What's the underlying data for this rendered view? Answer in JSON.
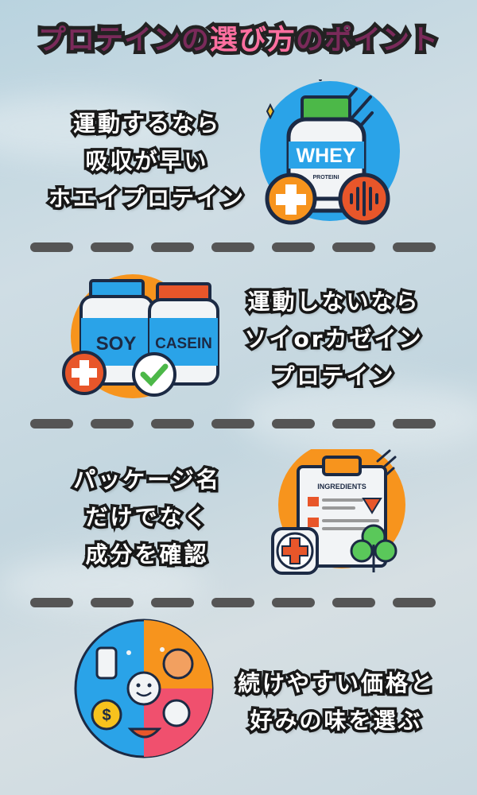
{
  "title": {
    "part1": "プロテインの",
    "highlight": "選び方",
    "part2": "のポイント"
  },
  "sections": [
    {
      "lines": [
        "運動するなら",
        "吸収が早い",
        "ホエイプロテイン"
      ],
      "illustration": {
        "icon": "whey-protein-jar-icon",
        "label": "WHEY",
        "sublabel": "PROTEINI"
      }
    },
    {
      "lines": [
        "運動しないなら",
        "ソイorカゼイン",
        "プロテイン"
      ],
      "illustration": {
        "icon": "soy-casein-jars-icon",
        "labels": [
          "SOY",
          "CASEIN"
        ]
      }
    },
    {
      "lines": [
        "パッケージ名",
        "だけでなく",
        "成分を確認"
      ],
      "illustration": {
        "icon": "ingredients-clipboard-icon",
        "label": "INGREDIENTS"
      }
    },
    {
      "lines": [
        "続けやすい価格と",
        "好みの味を選ぶ"
      ],
      "illustration": {
        "icon": "price-taste-circle-icon"
      }
    }
  ],
  "colors": {
    "orange": "#f7941d",
    "blue": "#2aa3e8",
    "red": "#e8562a",
    "green": "#5ac85a"
  }
}
